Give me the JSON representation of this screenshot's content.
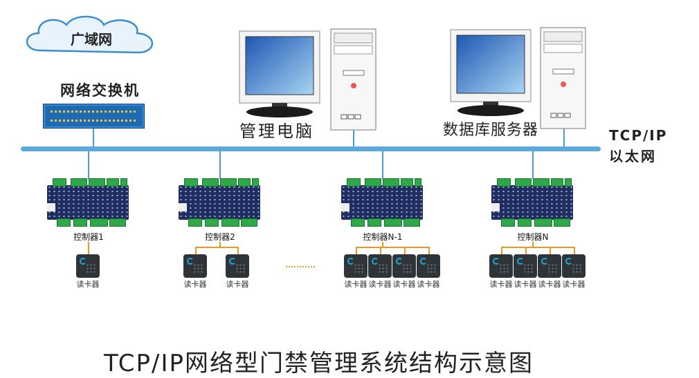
{
  "wan": "广域网",
  "switch_label": "网络交换机",
  "management_pc": "管理电脑",
  "db_server": "数据库服务器",
  "network": {
    "line1": "TCP/IP",
    "line2": "以太网"
  },
  "controllers": [
    {
      "label": "控制器1",
      "readers": [
        "读卡器"
      ]
    },
    {
      "label": "控制器2",
      "readers": [
        "读卡器",
        "读卡器"
      ]
    },
    {
      "label": "控制器N-1",
      "readers": [
        "读卡器",
        "读卡器",
        "读卡器",
        "读卡器"
      ]
    },
    {
      "label": "控制器N",
      "readers": [
        "读卡器",
        "读卡器",
        "读卡器",
        "读卡器"
      ]
    }
  ],
  "title": "TCP/IP网络型门禁管理系统结构示意图"
}
